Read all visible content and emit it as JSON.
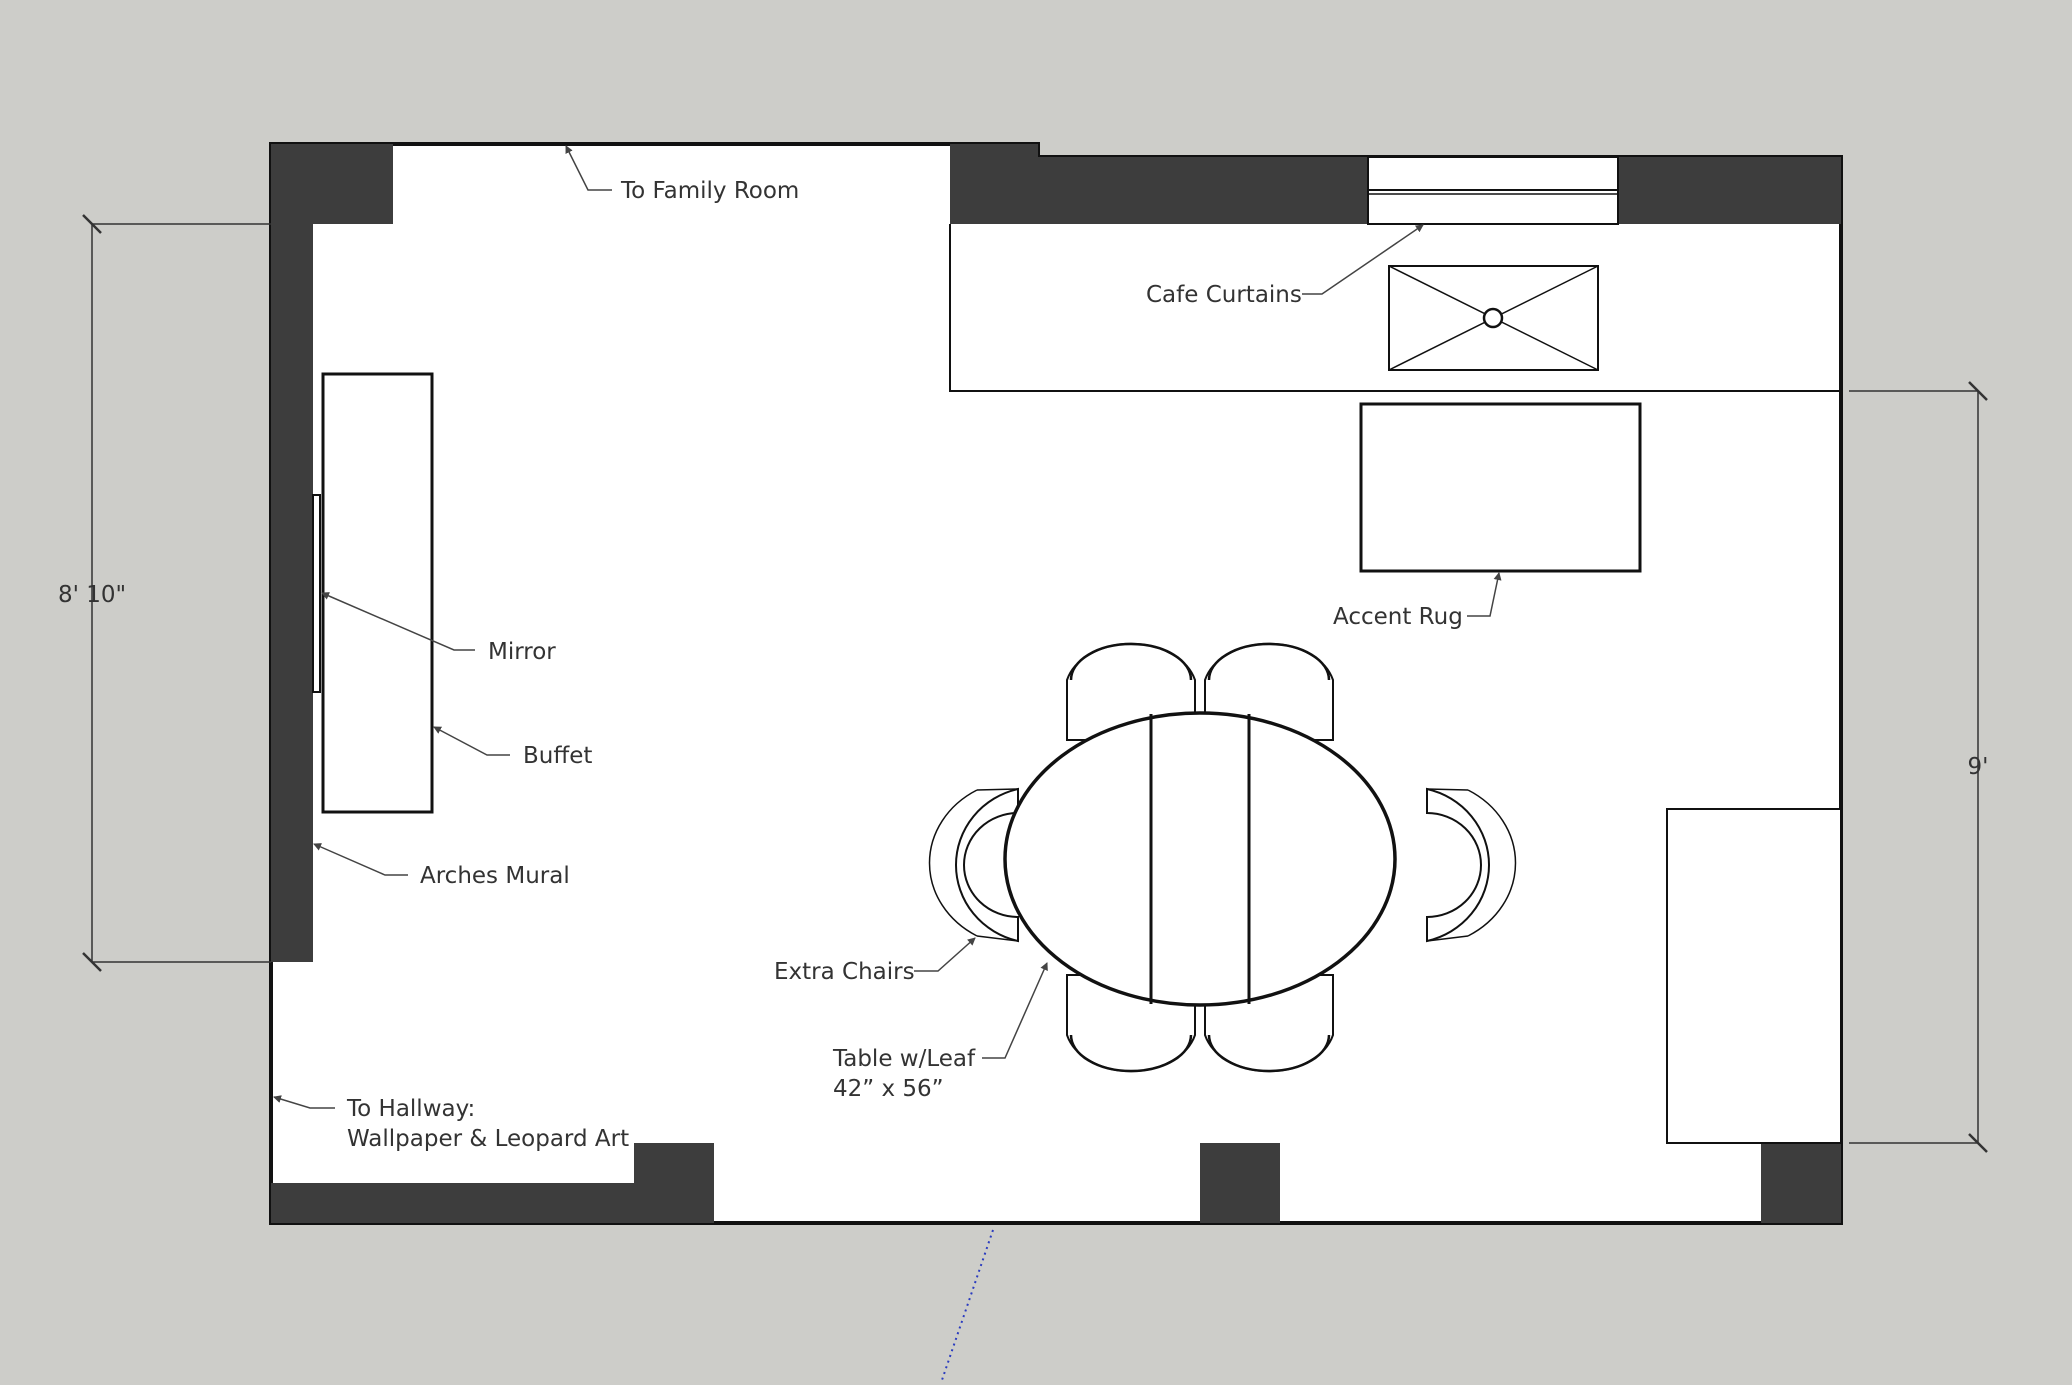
{
  "colors": {
    "background": "#cdcdc9",
    "floor": "#ffffff",
    "wall": "#3d3d3d",
    "line": "#111111",
    "label_text": "#333333",
    "leader": "#444444",
    "axis_dotted": "#2a3bbf"
  },
  "labels": {
    "family_room": "To Family Room",
    "cafe_curtains": "Cafe Curtains",
    "mirror": "Mirror",
    "buffet": "Buffet",
    "arches_mural": "Arches Mural",
    "accent_rug": "Accent Rug",
    "extra_chairs": "Extra Chairs",
    "table_line1": "Table w/Leaf",
    "table_line2": "42” x 56”",
    "hallway_line1": "To Hallway:",
    "hallway_line2": "Wallpaper & Leopard Art"
  },
  "dimensions": {
    "left_wall": "8' 10\"",
    "right_wall": "9'"
  },
  "furniture": {
    "chairs_around_table": 4,
    "extra_chairs": 2,
    "table_has_leaf": true
  }
}
